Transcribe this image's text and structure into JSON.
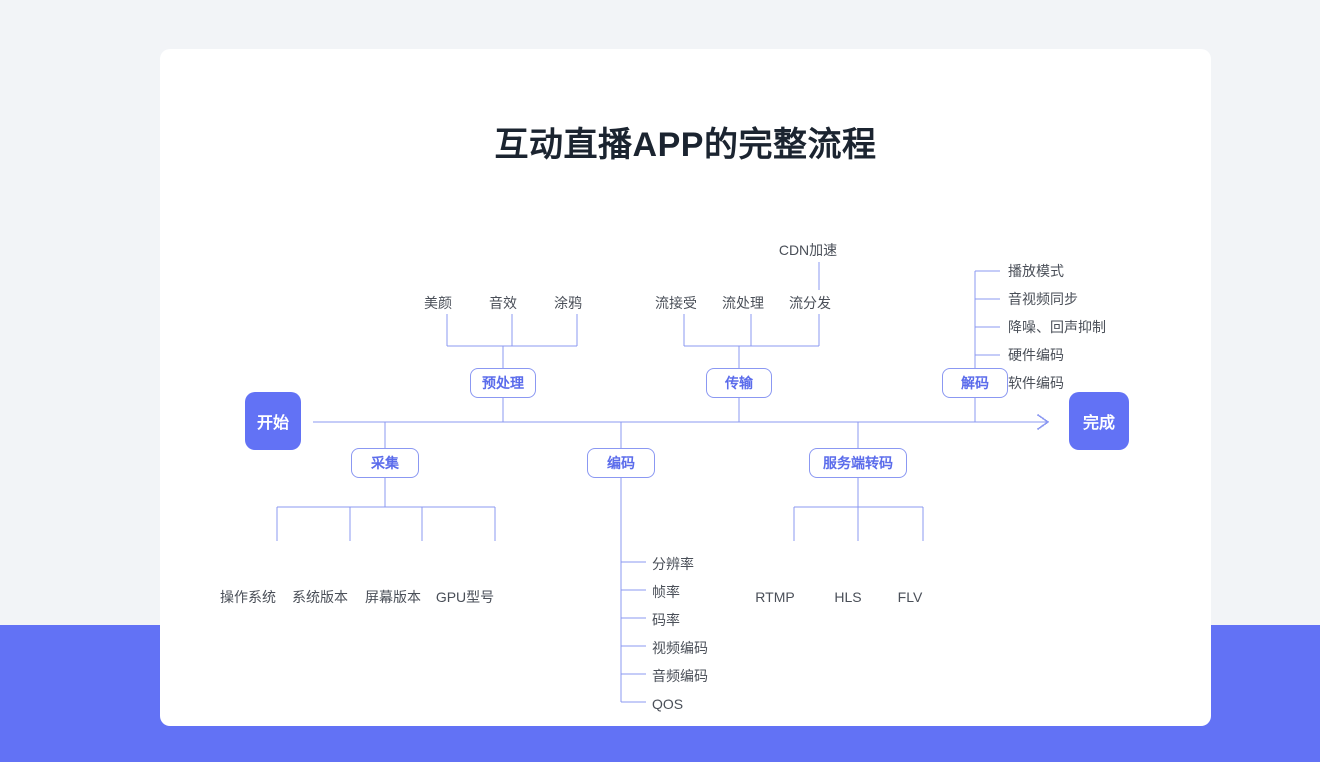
{
  "page": {
    "background_color": "#f2f4f7",
    "band_color": "#6272f5",
    "card_color": "#ffffff"
  },
  "diagram": {
    "title": "互动直播APP的完整流程",
    "accent_color": "#6272f5",
    "line_color": "#8b98f2",
    "stage_text_color": "#5b6ceb",
    "leaf_text_color": "#4a4f58",
    "terminals": {
      "start": "开始",
      "finish": "完成"
    },
    "stages": {
      "preprocess": "预处理",
      "transport": "传输",
      "decode": "解码",
      "capture": "采集",
      "encode": "编码",
      "transcode": "服务端转码"
    },
    "leaves": {
      "preprocess": [
        "美颜",
        "音效",
        "涂鸦"
      ],
      "transport": [
        "流接受",
        "流处理",
        "流分发"
      ],
      "transport_sub": [
        "CDN加速"
      ],
      "decode": [
        "播放模式",
        "音视频同步",
        "降噪、回声抑制",
        "硬件编码",
        "软件编码"
      ],
      "capture": [
        "操作系统",
        "系统版本",
        "屏幕版本",
        "GPU型号"
      ],
      "encode": [
        "分辨率",
        "帧率",
        "码率",
        "视频编码",
        "音频编码",
        "QOS"
      ],
      "transcode": [
        "RTMP",
        "HLS",
        "FLV"
      ]
    }
  }
}
